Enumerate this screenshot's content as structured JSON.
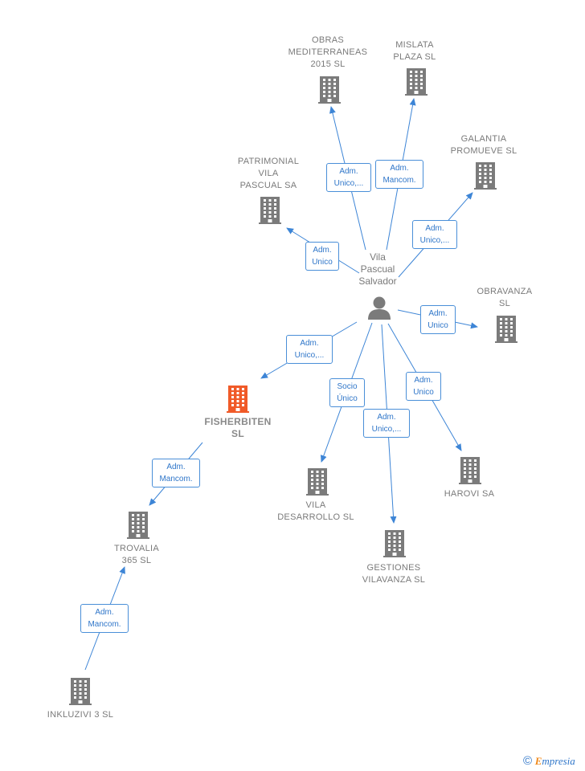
{
  "colors": {
    "edge": "#3d85d6",
    "building": "#7b7b7b",
    "building_highlight": "#f05a28",
    "person": "#7b7b7b"
  },
  "person": {
    "name": "Vila\nPascual\nSalvador",
    "icon": "person-icon"
  },
  "companies": {
    "obras": {
      "name": "OBRAS\nMEDITERRANEAS\n2015  SL",
      "icon": "building-icon"
    },
    "mislata": {
      "name": "MISLATA\nPLAZA  SL",
      "icon": "building-icon"
    },
    "galantia": {
      "name": "GALANTIA\nPROMUEVE  SL",
      "icon": "building-icon"
    },
    "patrimonial": {
      "name": "PATRIMONIAL\nVILA\nPASCUAL SA",
      "icon": "building-icon"
    },
    "obravanza": {
      "name": "OBRAVANZA\nSL",
      "icon": "building-icon"
    },
    "fisherbiten": {
      "name": "FISHERBITEN\nSL",
      "icon": "building-icon",
      "highlight": true
    },
    "vila_desarrollo": {
      "name": "VILA\nDESARROLLO SL",
      "icon": "building-icon"
    },
    "gestiones": {
      "name": "GESTIONES\nVILAVANZA SL",
      "icon": "building-icon"
    },
    "harovi": {
      "name": "HAROVI SA",
      "icon": "building-icon"
    },
    "trovalia": {
      "name": "TROVALIA\n365  SL",
      "icon": "building-icon"
    },
    "inkluzivi": {
      "name": "INKLUZIVI 3  SL",
      "icon": "building-icon"
    }
  },
  "edges": {
    "obras": "Adm.\nUnico,...",
    "mislata": "Adm.\nMancom.",
    "galantia": "Adm.\nUnico,...",
    "patrimonial": "Adm.\nUnico",
    "obravanza": "Adm.\nUnico",
    "fisherbiten": "Adm.\nUnico,...",
    "vila_desarrollo": "Socio\nÚnico",
    "gestiones": "Adm.\nUnico,...",
    "harovi": "Adm.\nUnico",
    "trovalia": "Adm.\nMancom.",
    "inkluzivi": "Adm.\nMancom."
  },
  "footer": {
    "copyright": "©",
    "brand_initial": "E",
    "brand_rest": "mpresia"
  }
}
